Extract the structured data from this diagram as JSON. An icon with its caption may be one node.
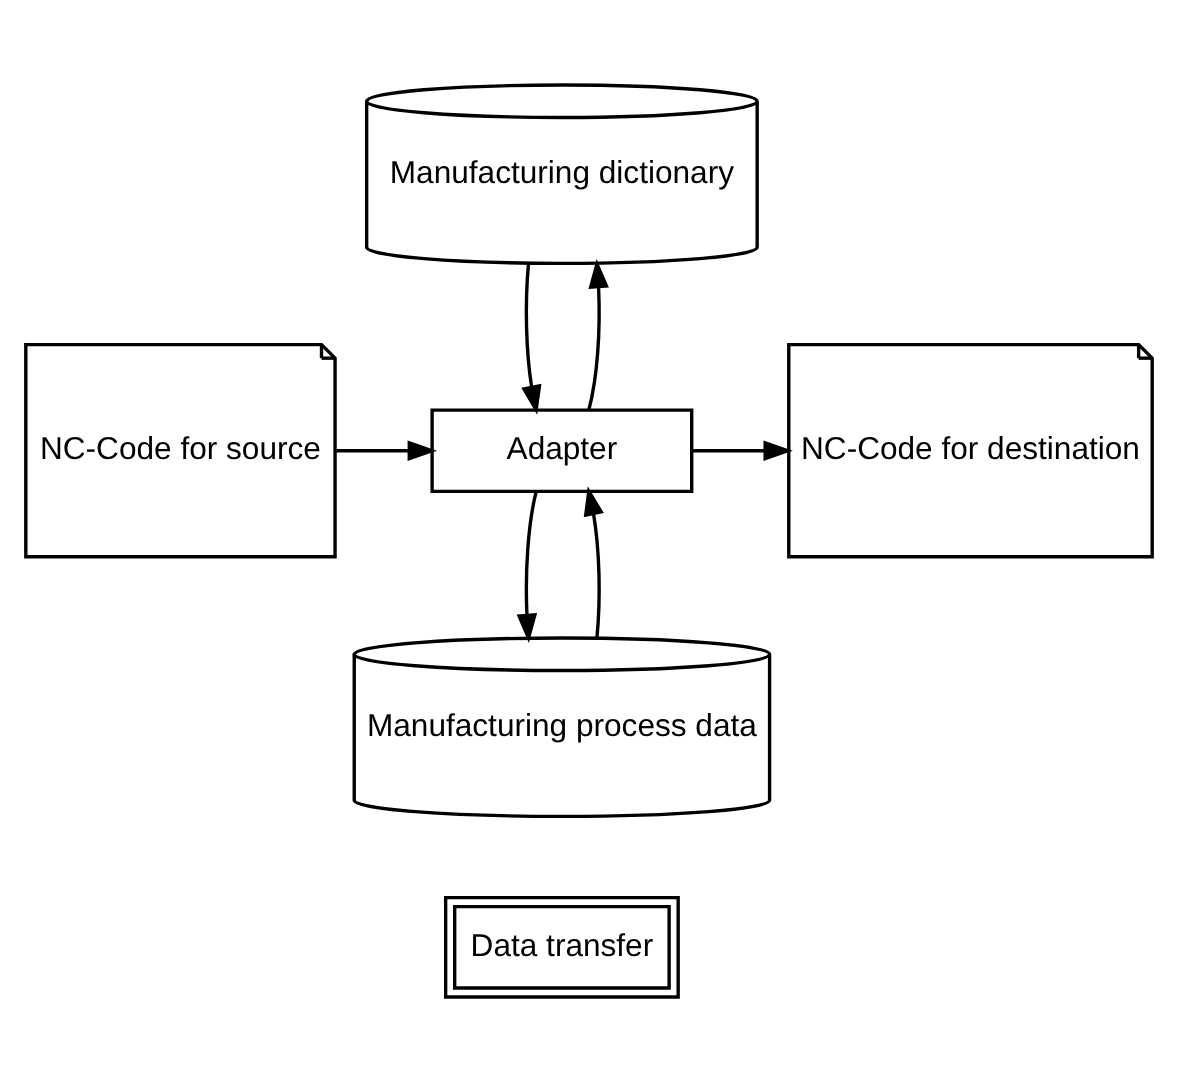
{
  "diagram": {
    "nodes": [
      {
        "text": [
          "Manufacturing dictionary"
        ]
      },
      {
        "text": [
          "NC-Code for source"
        ]
      },
      {
        "text": [
          "Adapter"
        ]
      },
      {
        "text": [
          "NC-Code for destination"
        ]
      },
      {
        "text": [
          "Manufacturing process data"
        ]
      }
    ],
    "edges": [
      {
        "from": 1,
        "to": 2,
        "arrow": "to"
      },
      {
        "from": 2,
        "to": 0,
        "arrow": "to"
      },
      {
        "from": 0,
        "to": 2,
        "arrow": "to"
      },
      {
        "from": 2,
        "to": 3,
        "arrow": "to"
      },
      {
        "from": 4,
        "to": 2,
        "arrow": "to"
      },
      {
        "from": 2,
        "to": 4,
        "arrow": "to"
      }
    ],
    "legend": [
      {
        "text": "Data transfer"
      }
    ]
  }
}
